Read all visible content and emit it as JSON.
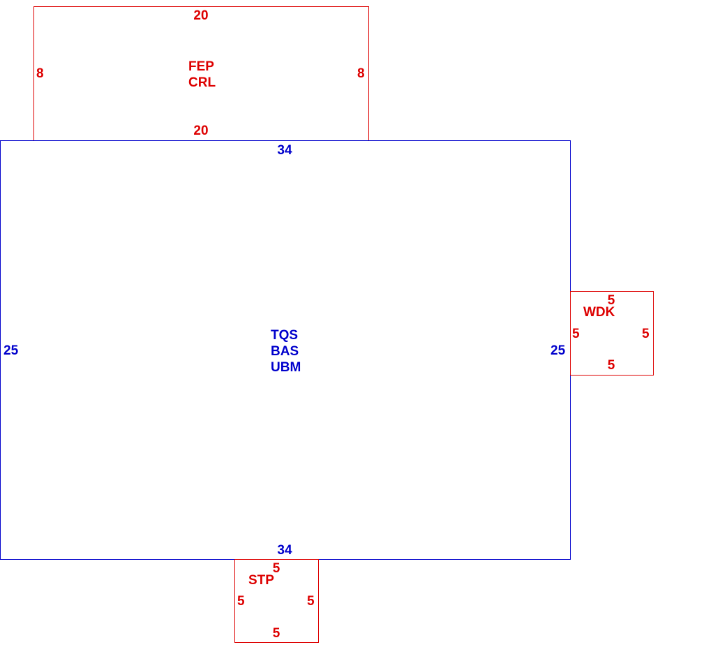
{
  "colors": {
    "main": "#0000CC",
    "addition": "#DD0000",
    "background": "#FFFFFF"
  },
  "areas": {
    "main": {
      "codes": [
        "TQS",
        "BAS",
        "UBM"
      ],
      "dims": {
        "top": "34",
        "bottom": "34",
        "left": "25",
        "right": "25"
      }
    },
    "upper": {
      "codes": [
        "FEP",
        "CRL"
      ],
      "dims": {
        "top": "20",
        "bottom": "20",
        "left": "8",
        "right": "8"
      }
    },
    "side": {
      "codes": [
        "WDK"
      ],
      "dims": {
        "top": "5",
        "bottom": "5",
        "left": "5",
        "right": "5"
      }
    },
    "lower": {
      "codes": [
        "STP"
      ],
      "dims": {
        "top": "5",
        "bottom": "5",
        "left": "5",
        "right": "5"
      }
    }
  }
}
